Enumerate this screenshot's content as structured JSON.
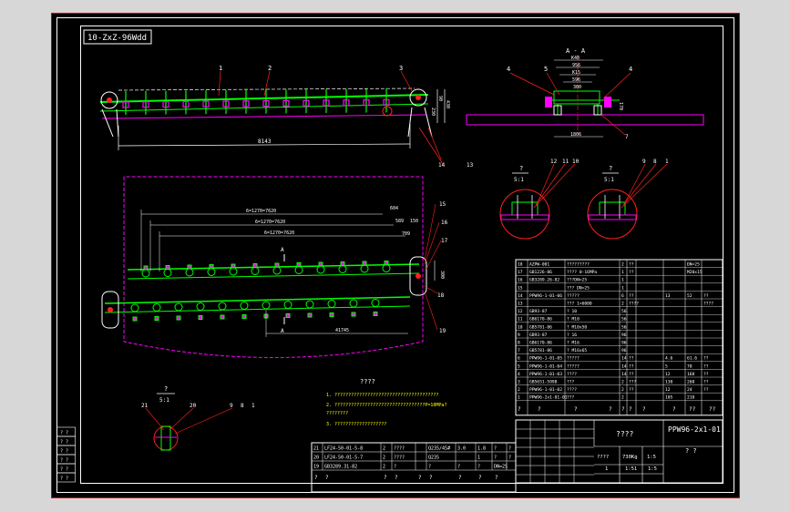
{
  "drawing": {
    "title_box": "10-ZxZ-96Wdd",
    "colors": {
      "background": "#000000",
      "outer_bg": "#d7d7d7",
      "frame": "#d00000",
      "border": "#ffffff",
      "part": "#00ff00",
      "dim": "#ffffff",
      "purple": "#ff00ff",
      "red": "#ff2020",
      "yellow": "#ffff00",
      "cyan": "#00ffff"
    },
    "elevation": {
      "callouts": [
        "1",
        "2",
        "3"
      ],
      "overall_length": "8143",
      "right_dims": [
        "230",
        "90",
        "430"
      ],
      "balloons_lower": [
        "14",
        "13"
      ]
    },
    "section_aa": {
      "title": "A - A",
      "dims": [
        "K40",
        "956",
        "K15",
        "596",
        "300"
      ],
      "callouts": [
        "4",
        "5",
        "4"
      ],
      "bottom_dim": "1806",
      "right_dim": "170",
      "balloon": "7"
    },
    "detail_1": {
      "label_top": "?",
      "label_bottom": "5:1",
      "callouts": [
        "12",
        "11",
        "10"
      ]
    },
    "detail_2": {
      "label_top": "?",
      "label_bottom": "5:1",
      "callouts": [
        "9",
        "8",
        "1"
      ]
    },
    "plan": {
      "dims": [
        "6=1270=7620",
        "6=1270=7620",
        "6=1270=7620"
      ],
      "right_dims": [
        "604",
        "589",
        "150",
        "709"
      ],
      "callouts": [
        "15",
        "16",
        "17",
        "18",
        "19"
      ],
      "bottom_dim": "41745",
      "section_mark": "A",
      "side_dim": "300"
    },
    "detail_3": {
      "label_top": "?",
      "label_bottom": "5:1",
      "callouts": [
        "21",
        "20",
        "9",
        "8",
        "1"
      ]
    },
    "notes": {
      "title": "????",
      "items": [
        "1. ??????????????????????????????????????",
        "2. ?????????????????????????????????P=10MPa?",
        "   ????????",
        "3. ???????????????????"
      ]
    },
    "bom_lower": {
      "rows": [
        [
          "21",
          "LF24-50-01-5-8",
          "2",
          "????",
          "",
          "Q235/45#",
          "3.0",
          "1.8",
          "?",
          "?"
        ],
        [
          "20",
          "LF24-50-01-5-7",
          "2",
          "????",
          "",
          "Q235",
          "",
          "1",
          "?",
          "?"
        ],
        [
          "19",
          "GB3289.31-82",
          "2",
          "?",
          "",
          "?",
          "?",
          "?",
          "DN=25",
          ""
        ]
      ],
      "header": [
        "?",
        "?",
        "?",
        "?",
        "?",
        "?",
        "?",
        "?",
        "?"
      ]
    },
    "bom_upper": {
      "rows": [
        [
          "18",
          "AZPW-001",
          "?????????",
          "2",
          "??",
          "",
          "DN=25",
          ""
        ],
        [
          "17",
          "GB1226-86",
          "???? 0-16MPa",
          "1",
          "??",
          "",
          "M20x15",
          ""
        ],
        [
          "16",
          "GB3289.26-82",
          "???DN=25",
          "1",
          "",
          "",
          "",
          ""
        ],
        [
          "15",
          "",
          "??? DN=25",
          "1",
          "",
          "",
          "",
          ""
        ],
        [
          "14",
          "PPW96-1-01-06",
          "?????",
          "6",
          "??",
          "13",
          "52",
          "??"
        ],
        [
          "13",
          "",
          "??? 1=6000",
          "2",
          "????",
          "",
          "",
          "????"
        ],
        [
          "12",
          "GB93-87",
          "? 10",
          "56",
          "",
          "",
          "",
          ""
        ],
        [
          "11",
          "GB6170-86",
          "? M10",
          "56",
          "",
          "",
          "",
          ""
        ],
        [
          "10",
          "GB5781-86",
          "? M10x50",
          "56",
          "",
          "",
          "",
          ""
        ],
        [
          "9",
          "GB93-87",
          "? 16",
          "96",
          "",
          "",
          "",
          ""
        ],
        [
          "8",
          "GB6170-86",
          "? M16",
          "96",
          "",
          "",
          "",
          ""
        ],
        [
          "7",
          "GB5781-86",
          "? M16x65",
          "96",
          "",
          "",
          "",
          ""
        ],
        [
          "6",
          "PPW96-1-01-05",
          "?????",
          "14",
          "??",
          "4.6",
          "61.6",
          "??"
        ],
        [
          "5",
          "PPW96-1-01-04",
          "?????",
          "14",
          "??",
          "5",
          "70",
          "??"
        ],
        [
          "4",
          "PPW96-1-01-03",
          "????",
          "14",
          "??",
          "12",
          "168",
          "??"
        ],
        [
          "3",
          "GB5651-5998",
          "???",
          "2",
          "???",
          "130",
          "260",
          "??"
        ],
        [
          "2",
          "PPW96-1-01-02",
          "????",
          "2",
          "??",
          "12",
          "24",
          "??"
        ],
        [
          "1",
          "PPW96-2x1-01-01",
          "???",
          "2",
          "",
          "105",
          "210",
          ""
        ]
      ],
      "header": [
        "?",
        "?",
        "?",
        "?",
        "?",
        "?",
        "?",
        "?",
        "??",
        "??"
      ]
    },
    "title_block": {
      "name": "????",
      "drawing_no": "PPW96-2x1-01",
      "company": "? ?",
      "weight_label": "????",
      "weight": "730Kg",
      "scale": "1:5",
      "sheet_a": "1",
      "sheet_b": "1:51",
      "sheet_c": "1:5"
    },
    "left_revision_boxes": [
      "? ?",
      "? ?",
      "? ?",
      "? ?",
      "? ?",
      "? ?"
    ]
  }
}
